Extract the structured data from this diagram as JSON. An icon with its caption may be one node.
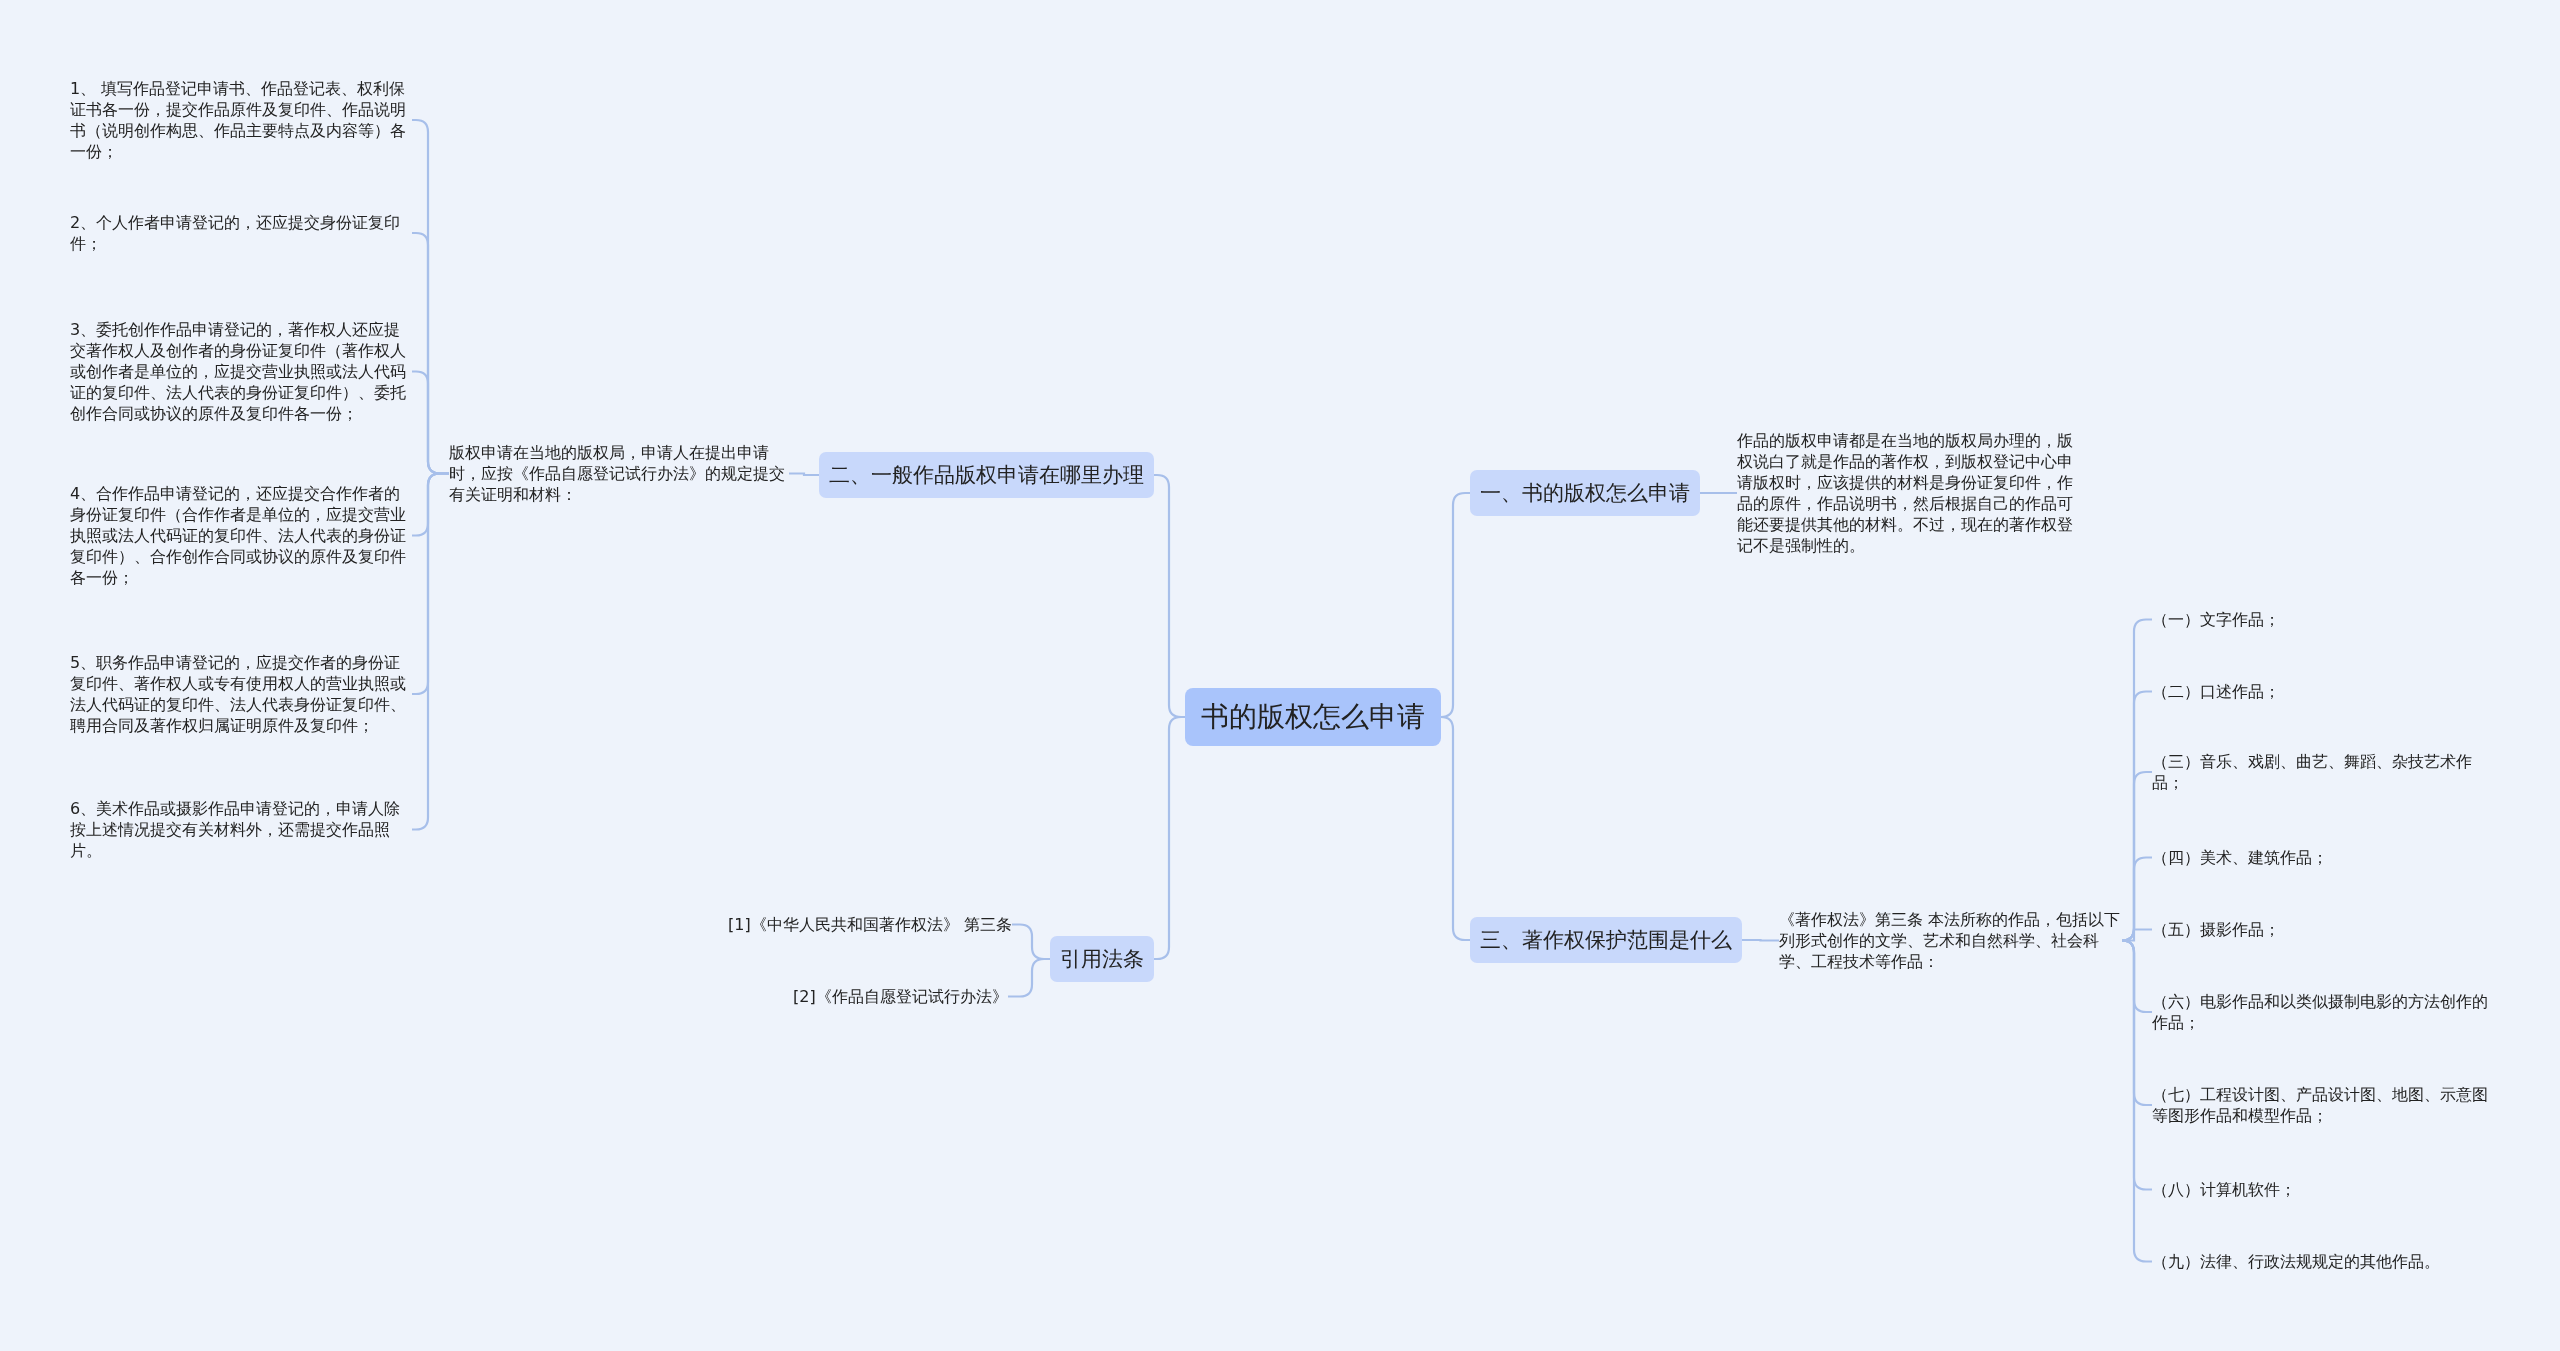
{
  "diagram": {
    "nodes": [
      {
        "text": [
          "书的版权怎么申请"
        ]
      },
      {
        "text": [
          "一、书的版权怎么申请"
        ]
      },
      {
        "text": [
          "作品的版权申请都是在当地的版权局办理的，版权说白了就是作品的著作权，到版权登记中心申请版权时，应该提供的材料是身份证复印件，作品的原件，作品说明书，然后根据自己的作品可能还要提供其他的材料。不过，现在的著作权登记不是强制性的。"
        ]
      },
      {
        "text": [
          "三、著作权保护范围是什么"
        ]
      },
      {
        "text": [
          "《著作权法》第三条 本法所称的作品，包括以下列形式创作的文学、艺术和自然科学、社会科学、工程技术等作品："
        ]
      },
      {
        "text": [
          "（一）文字作品；"
        ]
      },
      {
        "text": [
          "（二）口述作品；"
        ]
      },
      {
        "text": [
          "（三）音乐、戏剧、曲艺、舞蹈、杂技艺术作品；"
        ]
      },
      {
        "text": [
          "（四）美术、建筑作品；"
        ]
      },
      {
        "text": [
          "（五）摄影作品；"
        ]
      },
      {
        "text": [
          "（六）电影作品和以类似摄制电影的方法创作的作品；"
        ]
      },
      {
        "text": [
          "（七）工程设计图、产品设计图、地图、示意图等图形作品和模型作品；"
        ]
      },
      {
        "text": [
          "（八）计算机软件；"
        ]
      },
      {
        "text": [
          "（九）法律、行政法规规定的其他作品。"
        ]
      },
      {
        "text": [
          "二、一般作品版权申请在哪里办理"
        ]
      },
      {
        "text": [
          "版权申请在当地的版权局，申请人在提出申请时，应按《作品自愿登记试行办法》的规定提交有关证明和材料："
        ]
      },
      {
        "text": [
          "1、 填写作品登记申请书、作品登记表、权利保证书各一份，提交作品原件及复印件、作品说明书（说明创作构思、作品主要特点及内容等）各一份；"
        ]
      },
      {
        "text": [
          "2、个人作者申请登记的，还应提交身份证复印件；"
        ]
      },
      {
        "text": [
          "3、委托创作作品申请登记的，著作权人还应提交著作权人及创作者的身份证复印件（著作权人或创作者是单位的，应提交营业执照或法人代码证的复印件、法人代表的身份证复印件）、委托创作合同或协议的原件及复印件各一份；"
        ]
      },
      {
        "text": [
          "4、合作作品申请登记的，还应提交合作作者的身份证复印件（合作作者是单位的，应提交营业执照或法人代码证的复印件、法人代表的身份证复印件）、合作创作合同或协议的原件及复印件各一份；"
        ]
      },
      {
        "text": [
          "5、职务作品申请登记的，应提交作者的身份证复印件、著作权人或专有使用权人的营业执照或法人代码证的复印件、法人代表身份证复印件、聘用合同及著作权归属证明原件及复印件；"
        ]
      },
      {
        "text": [
          "6、美术作品或摄影作品申请登记的，申请人除按上述情况提交有关材料外，还需提交作品照片。"
        ]
      },
      {
        "text": [
          "引用法条"
        ]
      },
      {
        "text": [
          "[1]《中华人民共和国著作权法》 第三条"
        ]
      },
      {
        "text": [
          "[2]《作品自愿登记试行办法》"
        ]
      }
    ],
    "edges": [
      {
        "from": 0,
        "to": 1,
        "arrow": "none"
      },
      {
        "from": 0,
        "to": 3,
        "arrow": "none"
      },
      {
        "from": 0,
        "to": 14,
        "arrow": "none"
      },
      {
        "from": 0,
        "to": 22,
        "arrow": "none"
      },
      {
        "from": 1,
        "to": 2,
        "arrow": "none"
      },
      {
        "from": 3,
        "to": 4,
        "arrow": "none"
      },
      {
        "from": 4,
        "to": 5,
        "arrow": "none"
      },
      {
        "from": 4,
        "to": 6,
        "arrow": "none"
      },
      {
        "from": 4,
        "to": 7,
        "arrow": "none"
      },
      {
        "from": 4,
        "to": 8,
        "arrow": "none"
      },
      {
        "from": 4,
        "to": 9,
        "arrow": "none"
      },
      {
        "from": 4,
        "to": 10,
        "arrow": "none"
      },
      {
        "from": 4,
        "to": 11,
        "arrow": "none"
      },
      {
        "from": 4,
        "to": 12,
        "arrow": "none"
      },
      {
        "from": 4,
        "to": 13,
        "arrow": "none"
      },
      {
        "from": 14,
        "to": 15,
        "arrow": "none"
      },
      {
        "from": 15,
        "to": 16,
        "arrow": "none"
      },
      {
        "from": 15,
        "to": 17,
        "arrow": "none"
      },
      {
        "from": 15,
        "to": 18,
        "arrow": "none"
      },
      {
        "from": 15,
        "to": 19,
        "arrow": "none"
      },
      {
        "from": 15,
        "to": 20,
        "arrow": "none"
      },
      {
        "from": 15,
        "to": 21,
        "arrow": "none"
      },
      {
        "from": 22,
        "to": 23,
        "arrow": "none"
      },
      {
        "from": 22,
        "to": 24,
        "arrow": "none"
      }
    ]
  }
}
